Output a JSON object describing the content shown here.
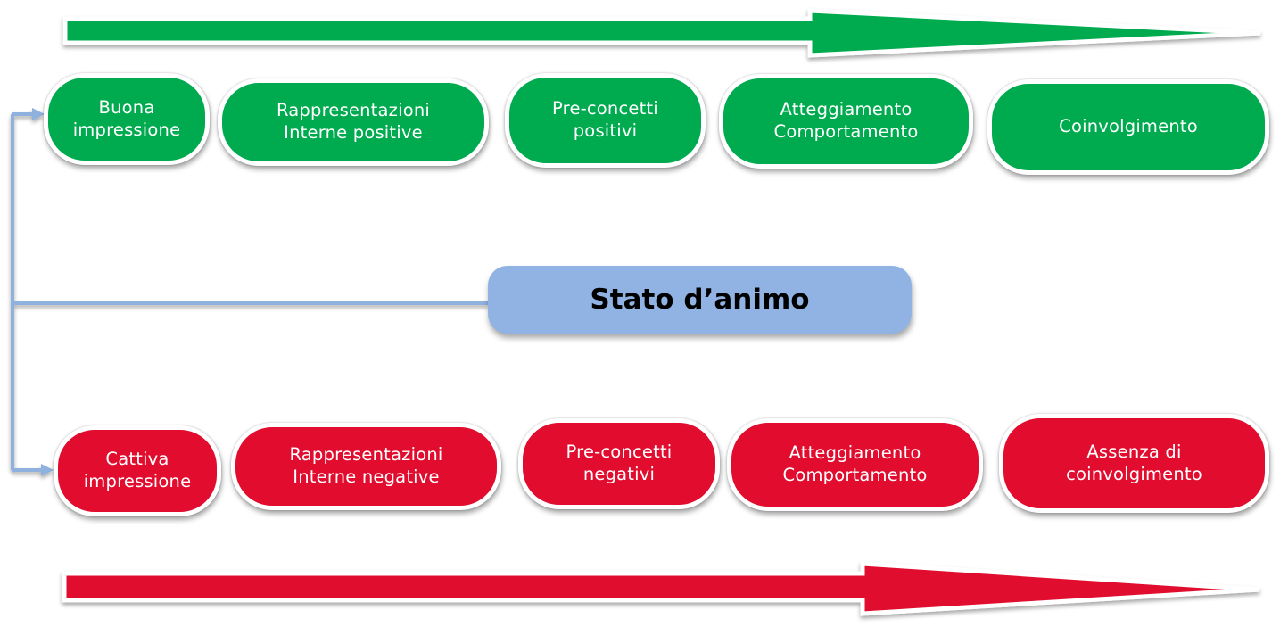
{
  "colors": {
    "positive": "#00ab4f",
    "negative": "#e10c2e",
    "center": "#91b3e3",
    "connector": "#8eb1de"
  },
  "center_label": "Stato d’animo",
  "positive_row": [
    {
      "label": "Buona\nimpressione"
    },
    {
      "label": "Rappresentazioni\nInterne positive"
    },
    {
      "label": "Pre-concetti\npositivi"
    },
    {
      "label": "Atteggiamento\nComportamento"
    },
    {
      "label": "Coinvolgimento"
    }
  ],
  "negative_row": [
    {
      "label": "Cattiva\nimpressione"
    },
    {
      "label": "Rappresentazioni\nInterne negative"
    },
    {
      "label": "Pre-concetti\nnegativi"
    },
    {
      "label": "Atteggiamento\nComportamento"
    },
    {
      "label": "Assenza di\ncoinvolgimento"
    }
  ]
}
